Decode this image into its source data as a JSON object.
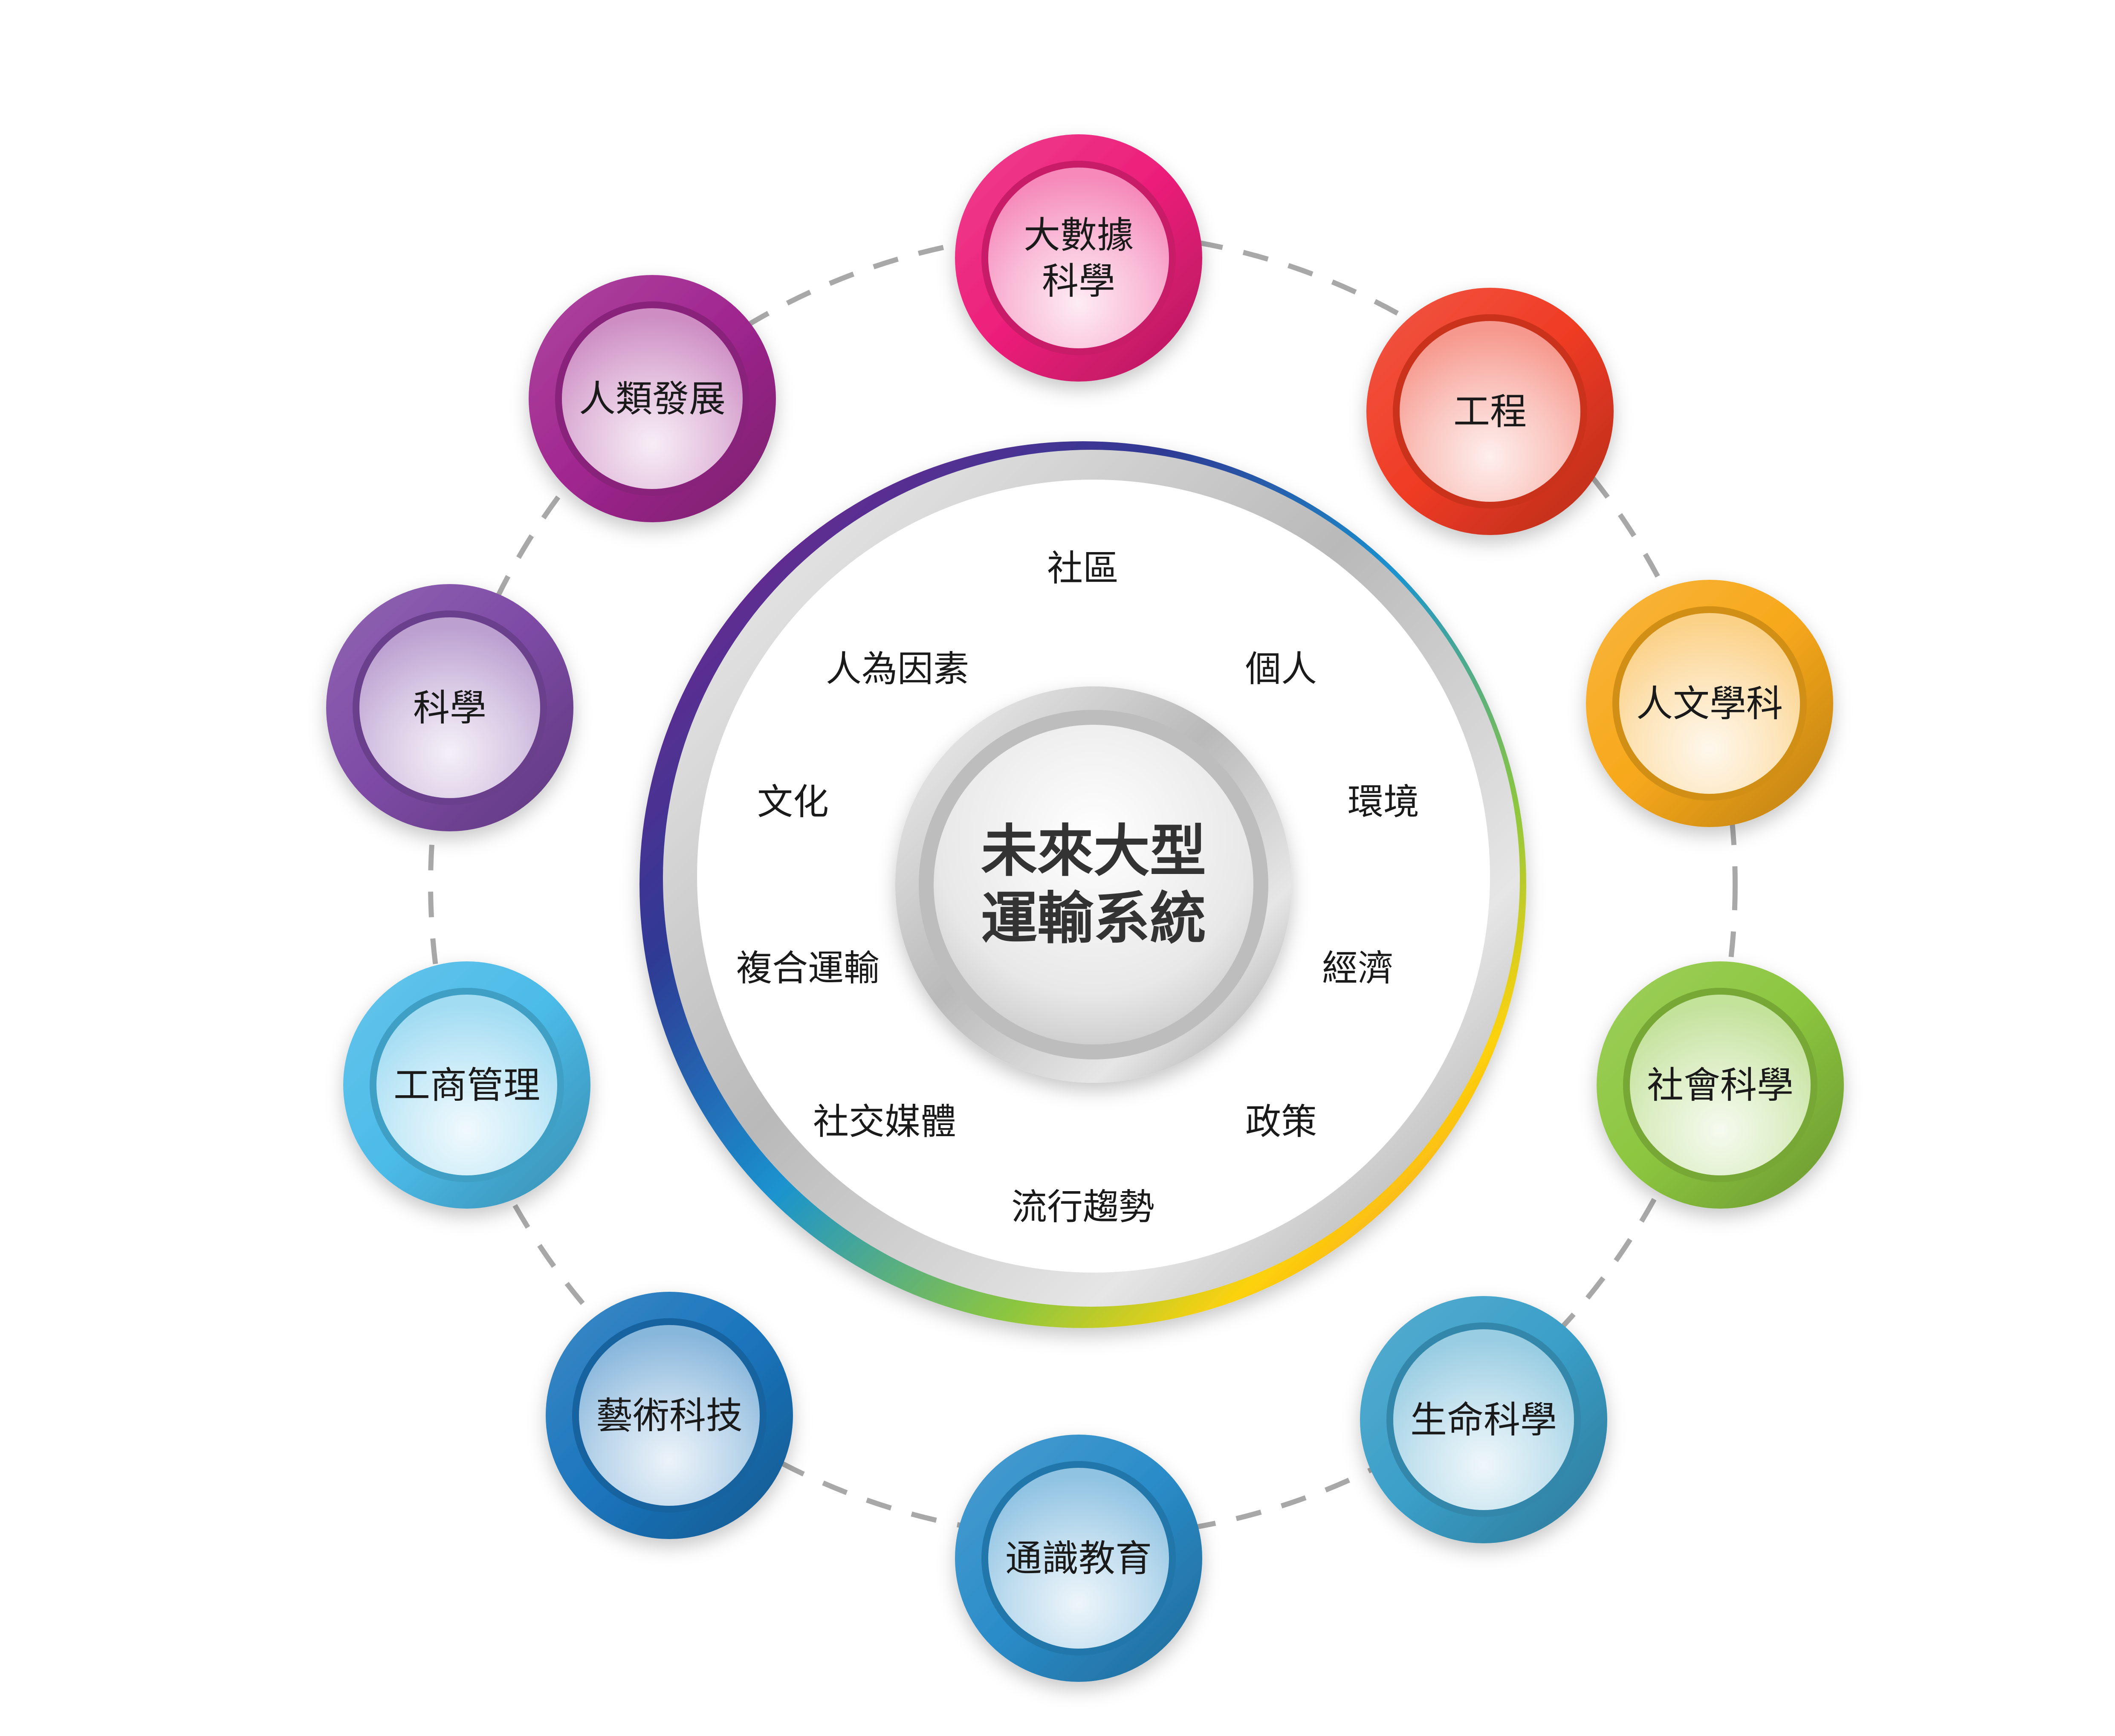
{
  "center": {
    "lines": [
      "未來大型",
      "運輸系統"
    ]
  },
  "topics": [
    {
      "label": "社區"
    },
    {
      "label": "個人"
    },
    {
      "label": "環境"
    },
    {
      "label": "經濟"
    },
    {
      "label": "政策"
    },
    {
      "label": "流行趨勢"
    },
    {
      "label": "社交媒體"
    },
    {
      "label": "複合運輸"
    },
    {
      "label": "文化"
    },
    {
      "label": "人為因素"
    }
  ],
  "disciplines": [
    {
      "lines": [
        "大數據",
        "科學"
      ],
      "color": "#ec1e7a",
      "icon": "magenta-disc-icon"
    },
    {
      "lines": [
        "工程"
      ],
      "color": "#ef3b24",
      "icon": "red-orange-disc-icon"
    },
    {
      "lines": [
        "人文學科"
      ],
      "color": "#f7a81b",
      "icon": "orange-yellow-disc-icon"
    },
    {
      "lines": [
        "社會科學"
      ],
      "color": "#8cc63f",
      "icon": "lime-disc-icon"
    },
    {
      "lines": [
        "生命科學"
      ],
      "color": "#3a9fc8",
      "icon": "teal-green-disc-icon"
    },
    {
      "lines": [
        "通識教育"
      ],
      "color": "#2a8cc8",
      "icon": "blue-green-disc-icon"
    },
    {
      "lines": [
        "藝術科技"
      ],
      "color": "#1b75bc",
      "icon": "blue-disc-icon"
    },
    {
      "lines": [
        "工商管理"
      ],
      "color": "#4bbbe8",
      "icon": "light-blue-disc-icon"
    },
    {
      "lines": [
        "科學"
      ],
      "color": "#7d4aa5",
      "icon": "purple-disc-icon"
    },
    {
      "lines": [
        "人類發展"
      ],
      "color": "#a0268f",
      "icon": "violet-disc-icon"
    }
  ],
  "colors": {
    "dash": "#a8a8a8",
    "ring_gradient": [
      "#9b1d8e",
      "#3a4fa0",
      "#1a8fc8",
      "#8cc63f",
      "#fdd20e",
      "#f7941d",
      "#ec1e7a"
    ]
  }
}
